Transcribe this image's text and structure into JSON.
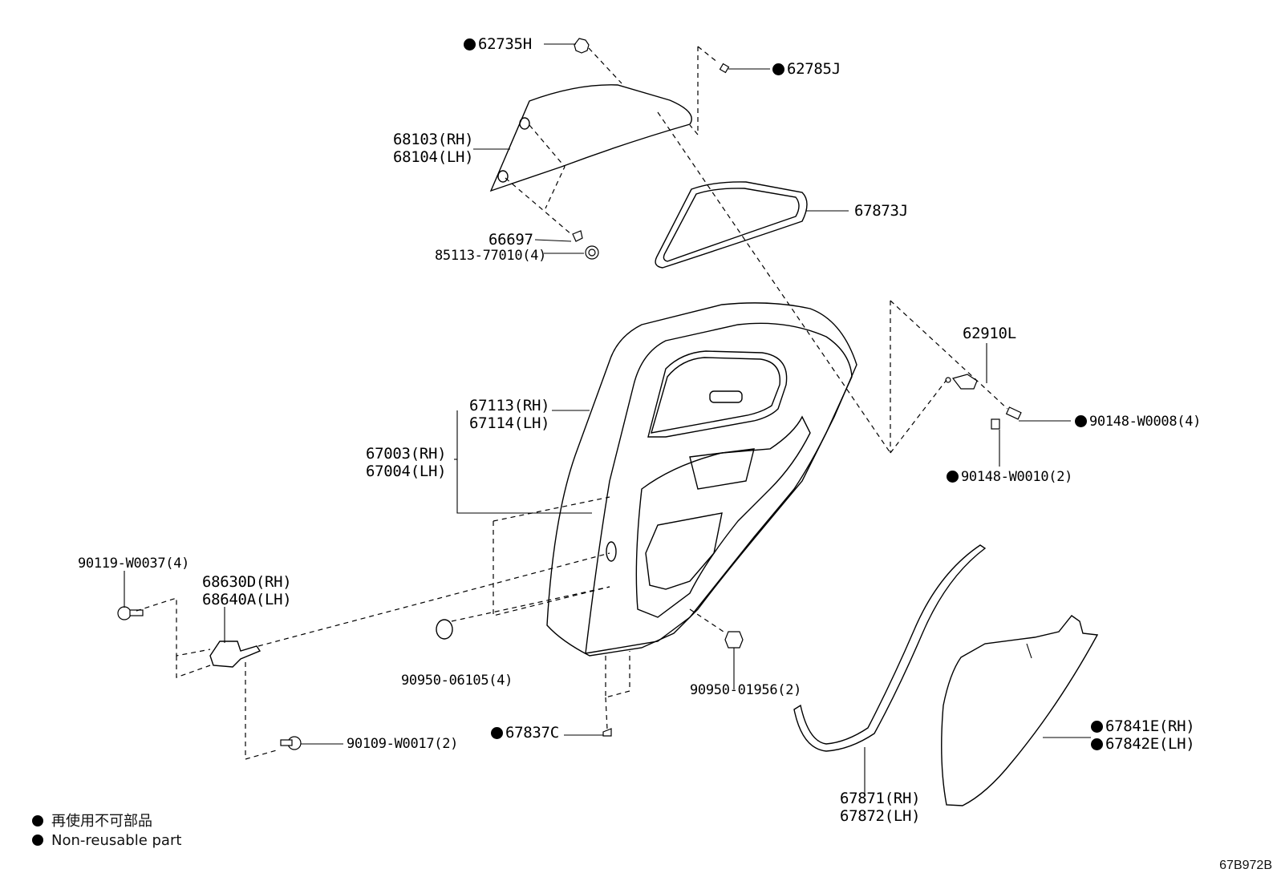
{
  "parts": {
    "p62735H": "62735H",
    "p62785J": "62785J",
    "p68103": "68103(RH)",
    "p68104": "68104(LH)",
    "p67873J": "67873J",
    "p66697": "66697",
    "p85113": "85113-77010(4)",
    "p62910L": "62910L",
    "p90148_8": "90148-W0008(4)",
    "p90148_10": "90148-W0010(2)",
    "p67113": "67113(RH)",
    "p67114": "67114(LH)",
    "p67003": "67003(RH)",
    "p67004": "67004(LH)",
    "p90119": "90119-W0037(4)",
    "p68630D": "68630D(RH)",
    "p68640A": "68640A(LH)",
    "p90950_06105": "90950-06105(4)",
    "p90950_01956": "90950-01956(2)",
    "p67837C": "67837C",
    "p90109": "90109-W0017(2)",
    "p67871": "67871(RH)",
    "p67872": "67872(LH)",
    "p67841E": "67841E(RH)",
    "p67842E": "67842E(LH)"
  },
  "legend": {
    "jp": "再使用不可部品",
    "en": "Non-reusable part"
  },
  "diagram_code": "67B972B"
}
